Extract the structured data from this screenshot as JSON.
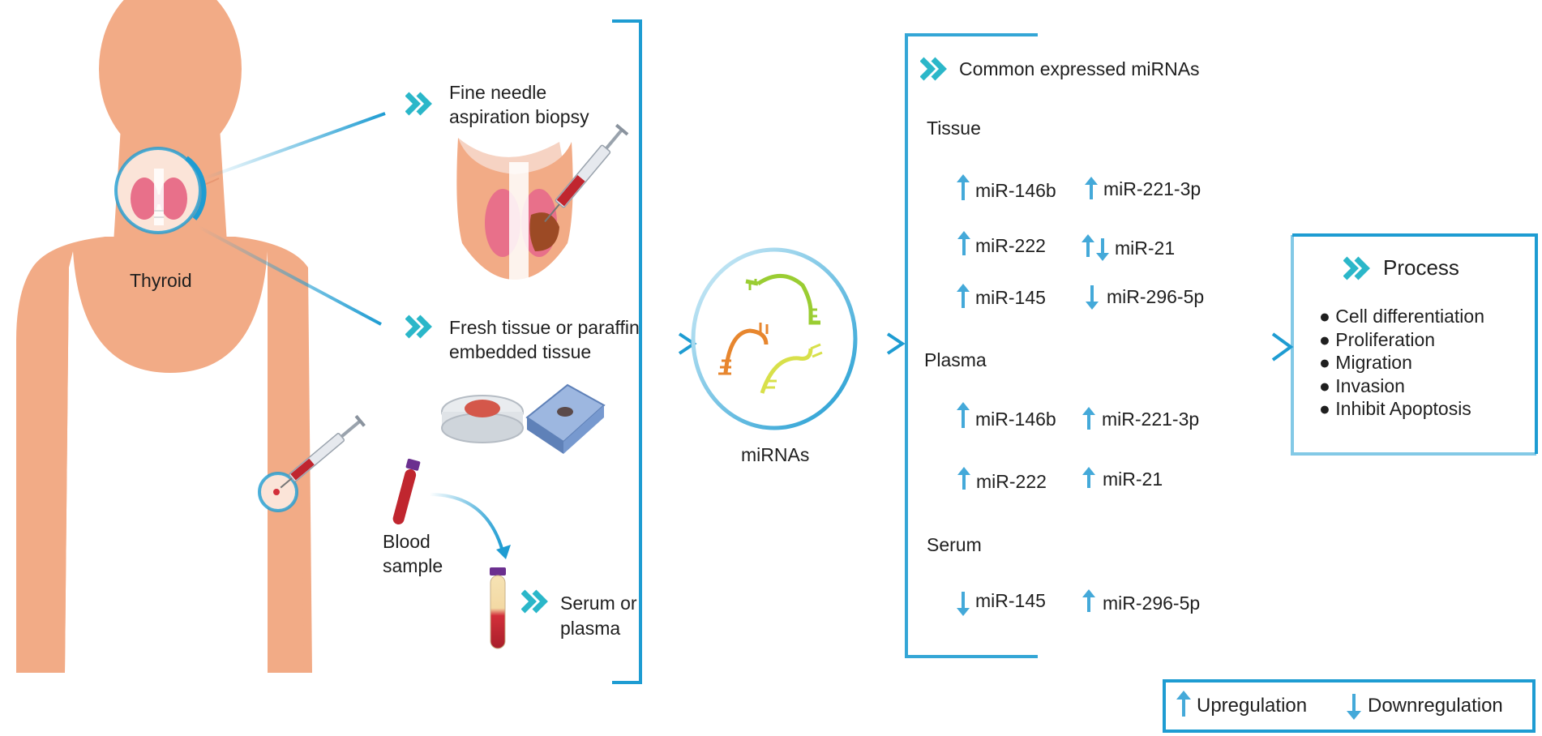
{
  "colors": {
    "accent": "#1e9cd2",
    "chevron": "#2bb7c9",
    "skin": "#f2ab86",
    "up_arrow": "#44a9d9",
    "down_arrow": "#44a9d9"
  },
  "left": {
    "thyroid_label": "Thyroid",
    "fna_label_1": "Fine needle",
    "fna_label_2": "aspiration biopsy",
    "tissue_label_1": "Fresh tissue or paraffin",
    "tissue_label_2": "embedded tissue",
    "blood_label_1": "Blood",
    "blood_label_2": "sample",
    "serum_label_1": "Serum or",
    "serum_label_2": "plasma"
  },
  "center": {
    "mirnas_label": "miRNAs"
  },
  "panel": {
    "title": "Common expressed miRNAs",
    "groups": [
      {
        "name": "Tissue",
        "items": [
          {
            "name": "miR-146b",
            "dir": "up"
          },
          {
            "name": "miR-221-3p",
            "dir": "up"
          },
          {
            "name": "miR-222",
            "dir": "up"
          },
          {
            "name": "miR-21",
            "dir": "both"
          },
          {
            "name": "miR-145",
            "dir": "up"
          },
          {
            "name": "miR-296-5p",
            "dir": "down"
          }
        ]
      },
      {
        "name": "Plasma",
        "items": [
          {
            "name": "miR-146b",
            "dir": "up"
          },
          {
            "name": "miR-221-3p",
            "dir": "up"
          },
          {
            "name": "miR-222",
            "dir": "up"
          },
          {
            "name": "miR-21",
            "dir": "up"
          }
        ]
      },
      {
        "name": "Serum",
        "items": [
          {
            "name": "miR-145",
            "dir": "down"
          },
          {
            "name": "miR-296-5p",
            "dir": "up"
          }
        ]
      }
    ]
  },
  "process": {
    "title": "Process",
    "items": [
      "Cell differentiation",
      "Proliferation",
      "Migration",
      "Invasion",
      "Inhibit Apoptosis"
    ]
  },
  "legend": {
    "up": "Upregulation",
    "down": "Downregulation"
  }
}
